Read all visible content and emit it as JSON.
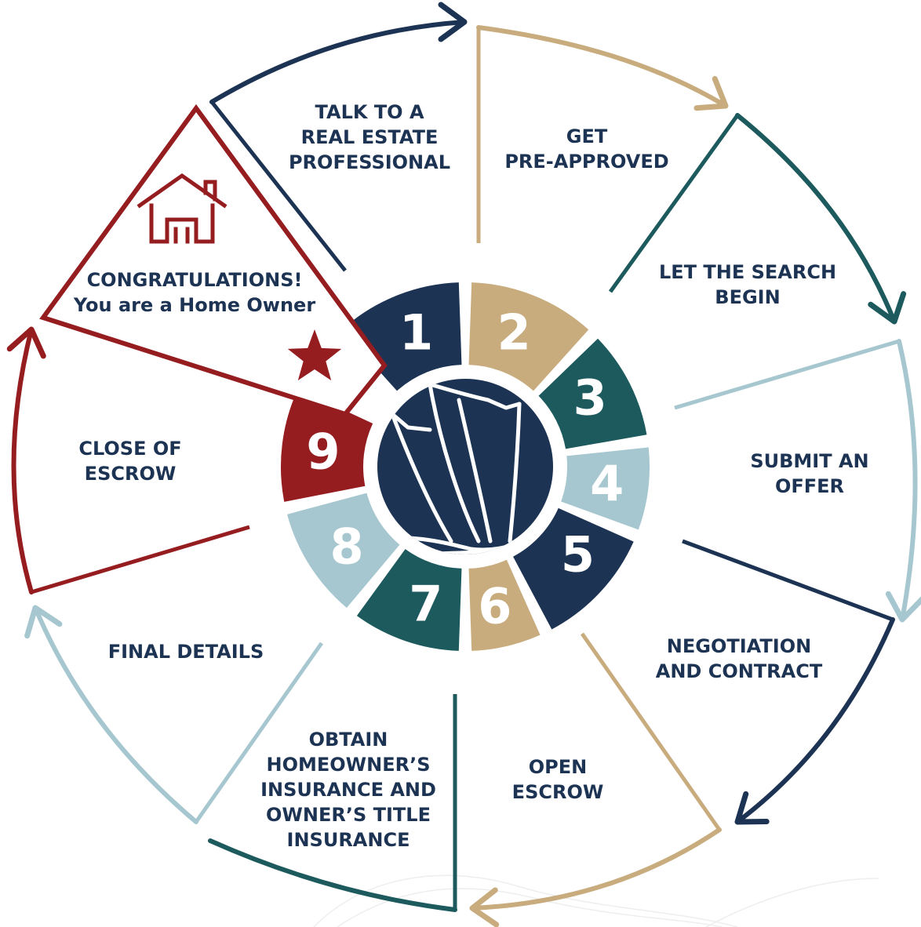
{
  "colors": {
    "navy": "#1c3353",
    "tan": "#c8ac7e",
    "teal": "#1c5a5e",
    "light_blue": "#a6c7cf",
    "red": "#951c1f"
  },
  "steps": [
    {
      "number": "1",
      "color": "#1c3353",
      "lines": [
        "TALK TO A",
        "REAL ESTATE",
        "PROFESSIONAL"
      ]
    },
    {
      "number": "2",
      "color": "#c8ac7e",
      "lines": [
        "GET",
        "PRE-APPROVED"
      ]
    },
    {
      "number": "3",
      "color": "#1c5a5e",
      "lines": [
        "LET THE SEARCH",
        "BEGIN"
      ]
    },
    {
      "number": "4",
      "color": "#a6c7cf",
      "lines": [
        "SUBMIT AN",
        "OFFER"
      ]
    },
    {
      "number": "5",
      "color": "#1c3353",
      "lines": [
        "NEGOTIATION",
        "AND CONTRACT"
      ]
    },
    {
      "number": "6",
      "color": "#c8ac7e",
      "lines": [
        "OPEN",
        "ESCROW"
      ]
    },
    {
      "number": "7",
      "color": "#1c5a5e",
      "lines": [
        "OBTAIN",
        "HOMEOWNER’S",
        "INSURANCE AND",
        "OWNER’S TITLE",
        "INSURANCE"
      ]
    },
    {
      "number": "8",
      "color": "#a6c7cf",
      "lines": [
        "FINAL DETAILS"
      ]
    },
    {
      "number": "9",
      "color": "#951c1f",
      "lines": [
        "CLOSE OF",
        "ESCROW"
      ]
    }
  ],
  "congrats": {
    "line1": "CONGRATULATIONS!",
    "line2": "You are a Home Owner",
    "icons": [
      "house-icon",
      "star-icon"
    ]
  },
  "center": {
    "icon": "sailboat-logo-icon"
  }
}
